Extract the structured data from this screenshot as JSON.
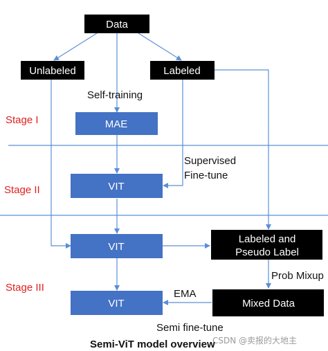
{
  "colors": {
    "black_box": "#000000",
    "blue_box": "#4472c4",
    "arrow": "#5b8fd6",
    "stage_label": "#e02020",
    "divider": "#5b8fd6"
  },
  "nodes": {
    "data": "Data",
    "unlabeled": "Unlabeled",
    "labeled": "Labeled",
    "mae": "MAE",
    "vit_stage2": "VIT",
    "vit_stage3a": "VIT",
    "vit_stage3b": "VIT",
    "labeled_pseudo_line1": "Labeled and",
    "labeled_pseudo_line2": "Pseudo Label",
    "mixed_data": "Mixed Data"
  },
  "edge_labels": {
    "self_training": "Self-training",
    "supervised_line1": "Supervised",
    "supervised_line2": "Fine-tune",
    "prob_mixup": "Prob Mixup",
    "ema": "EMA",
    "semi_finetune": "Semi fine-tune"
  },
  "stages": {
    "stage1": "Stage I",
    "stage2": "Stage II",
    "stage3": "Stage III"
  },
  "caption": "Semi-ViT model overview",
  "watermark": "CSDN @卖报的大地主"
}
